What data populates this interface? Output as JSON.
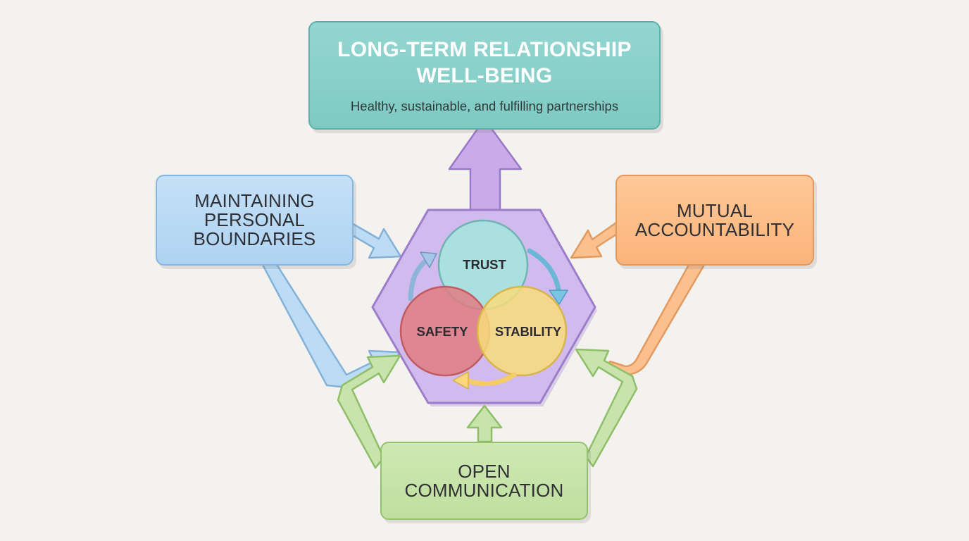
{
  "goal": {
    "title_lines": [
      "LONG-TERM RELATIONSHIP",
      "WELL-BEING"
    ],
    "subtitle": "Healthy, sustainable, and fulfilling partnerships"
  },
  "inputs": {
    "boundaries": {
      "lines": [
        "MAINTAINING",
        "PERSONAL",
        "BOUNDARIES"
      ]
    },
    "accountability": {
      "lines": [
        "MUTUAL",
        "ACCOUNTABILITY"
      ]
    },
    "communication": {
      "lines": [
        "OPEN",
        "COMMUNICATION"
      ]
    }
  },
  "core": {
    "trust": "TRUST",
    "safety": "SAFETY",
    "stability": "STABILITY"
  },
  "colors": {
    "goal": "#86cfc8",
    "boundaries": "#b6d8f4",
    "accountability": "#fdbd86",
    "communication": "#c6e3a8",
    "hexagon": "#cdb4ec",
    "trust": "#a8e0df",
    "safety": "#e07d7f",
    "stability": "#f7dc7a"
  }
}
